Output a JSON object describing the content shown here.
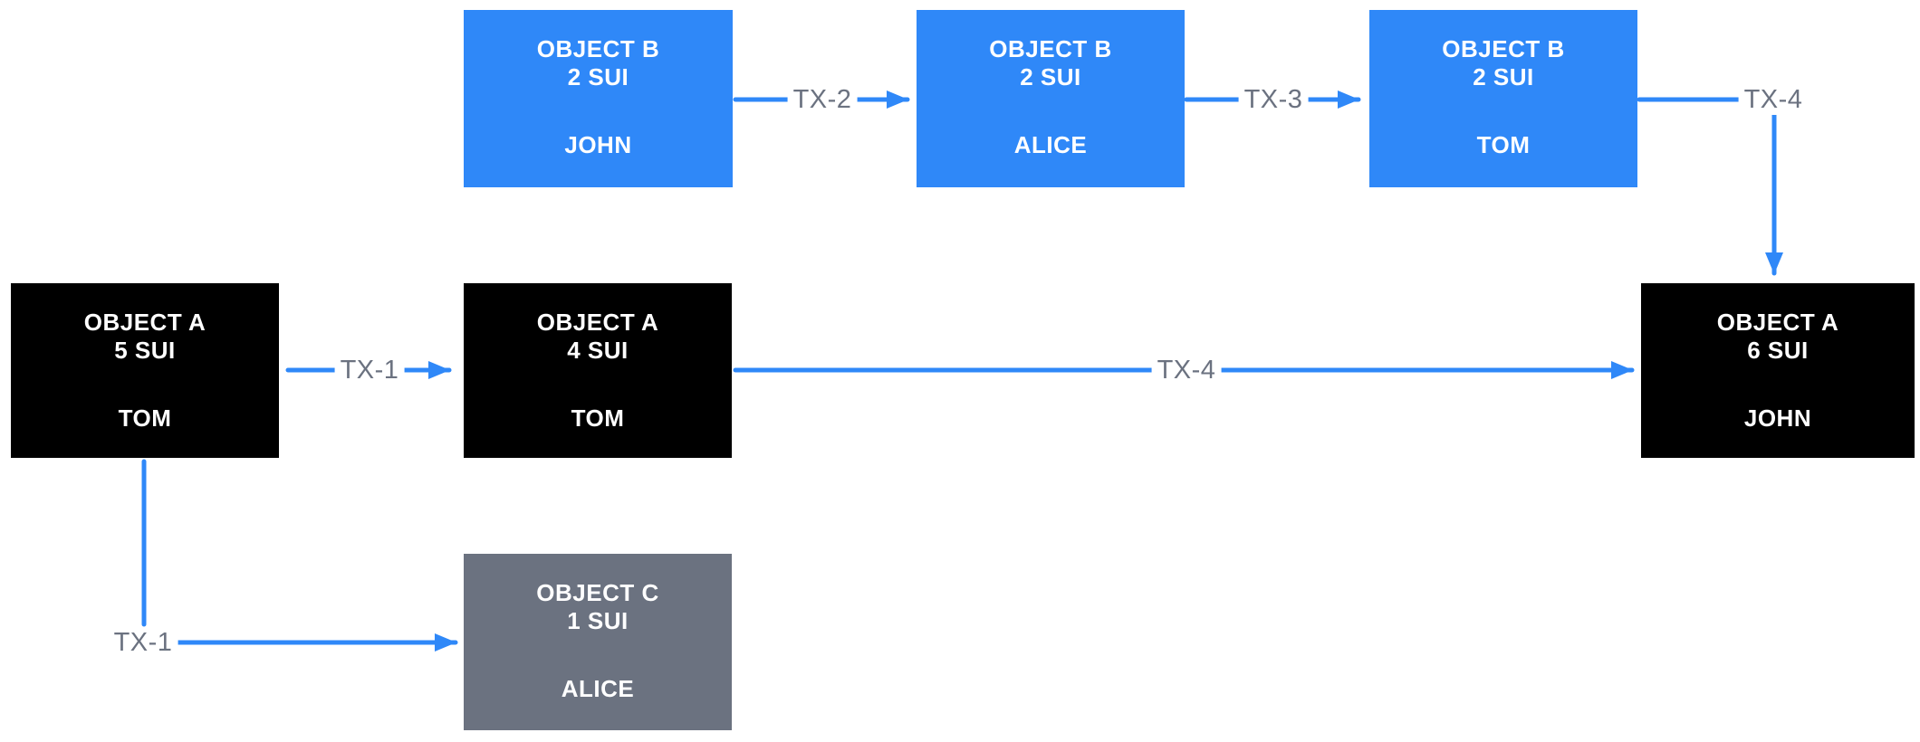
{
  "colors": {
    "background": "#FFFFFF",
    "box_blue": "#2F88F8",
    "box_black": "#000000",
    "box_gray": "#6B7280",
    "box_text": "#FFFFFF",
    "arrow": "#2F88F8",
    "label_text": "#6B7280"
  },
  "boxes": {
    "object_b_john": {
      "title": "OBJECT B",
      "amount": "2 SUI",
      "owner": "JOHN"
    },
    "object_b_alice": {
      "title": "OBJECT B",
      "amount": "2 SUI",
      "owner": "ALICE"
    },
    "object_b_tom": {
      "title": "OBJECT B",
      "amount": "2 SUI",
      "owner": "TOM"
    },
    "object_a_tom_5": {
      "title": "OBJECT A",
      "amount": "5 SUI",
      "owner": "TOM"
    },
    "object_a_tom_4": {
      "title": "OBJECT A",
      "amount": "4 SUI",
      "owner": "TOM"
    },
    "object_a_john_6": {
      "title": "OBJECT A",
      "amount": "6 SUI",
      "owner": "JOHN"
    },
    "object_c_alice": {
      "title": "OBJECT C",
      "amount": "1 SUI",
      "owner": "ALICE"
    }
  },
  "transaction_labels": {
    "tx1_to_object_a": "TX-1",
    "tx1_to_object_c": "TX-1",
    "tx2": "TX-2",
    "tx3": "TX-3",
    "tx4_from_object_b": "TX-4",
    "tx4_from_object_a": "TX-4"
  }
}
